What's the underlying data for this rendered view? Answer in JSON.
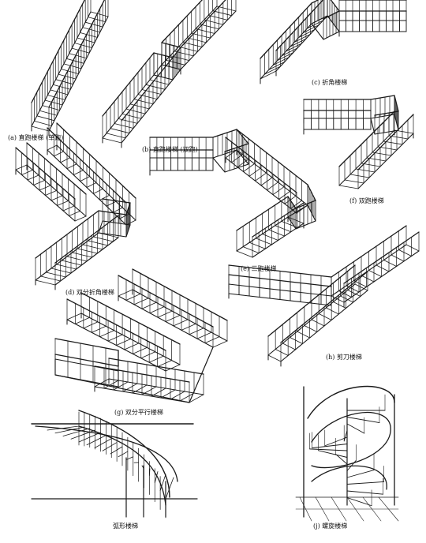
{
  "captions": {
    "a": "(a) 直跑楼梯 (单跑)",
    "b": "(b) 直跑楼梯 (双跑)",
    "c": "(c) 折角楼梯",
    "d": "(d) 双分折角楼梯",
    "e": "(e) 三跑楼梯",
    "f": "(f) 双跑楼梯",
    "g": "(g) 双分平行楼梯",
    "h": "(h) 剪刀楼梯",
    "i": "弧形楼梯",
    "j": "(j) 螺旋楼梯"
  }
}
